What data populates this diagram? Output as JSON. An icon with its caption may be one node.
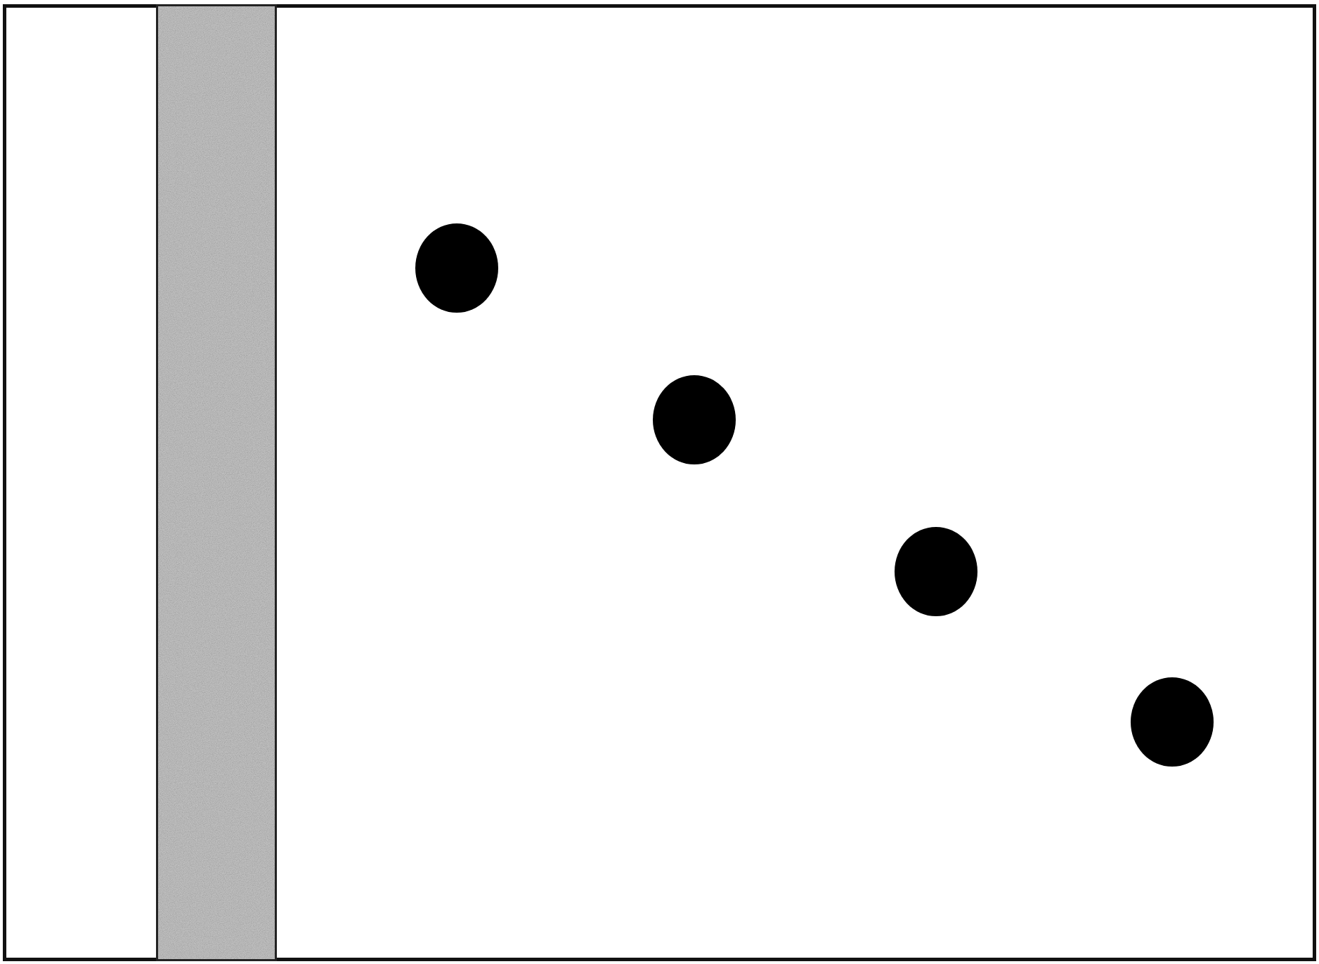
{
  "diagram": {
    "nodes": [
      {
        "text": [],
        "shape": "box"
      },
      {
        "text": [],
        "shape": "bar",
        "in": 0
      },
      {
        "text": [],
        "shape": "circle",
        "in": 0
      },
      {
        "text": [],
        "shape": "circle",
        "in": 0
      },
      {
        "text": [],
        "shape": "circle",
        "in": 0
      },
      {
        "text": [],
        "shape": "circle",
        "in": 0
      }
    ]
  }
}
